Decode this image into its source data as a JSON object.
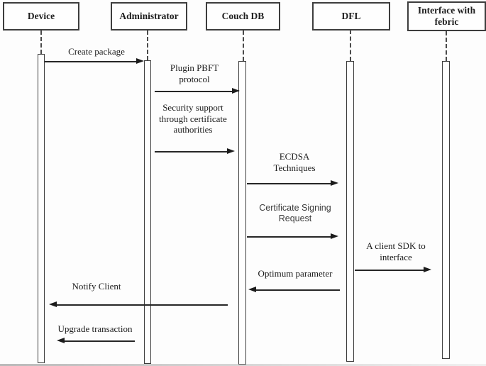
{
  "diagram": {
    "kind": "uml-sequence-diagram",
    "actors": [
      {
        "id": "device",
        "label": "Device"
      },
      {
        "id": "administrator",
        "label": "Administrator"
      },
      {
        "id": "couch-db",
        "label": "Couch DB"
      },
      {
        "id": "dfl",
        "label": "DFL"
      },
      {
        "id": "interface-with-febric",
        "label": "Interface with febric"
      }
    ],
    "messages": [
      {
        "label": "Create package",
        "from": "Device",
        "to": "Administrator",
        "direction": "right"
      },
      {
        "label": "Plugin PBFT protocol",
        "from": "Administrator",
        "to": "Couch DB",
        "direction": "right"
      },
      {
        "label": "Security support through certificate authorities",
        "from": "Administrator",
        "to": "Couch DB",
        "direction": "right"
      },
      {
        "label": "ECDSA Techniques",
        "from": "Couch DB",
        "to": "DFL",
        "direction": "right"
      },
      {
        "label": "Certificate Signing Request",
        "from": "Couch DB",
        "to": "DFL",
        "direction": "right"
      },
      {
        "label": "A client SDK to interface",
        "from": "DFL",
        "to": "Interface with febric",
        "direction": "right"
      },
      {
        "label": "Optimum parameter",
        "from": "DFL",
        "to": "Couch DB",
        "direction": "left"
      },
      {
        "label": "Notify Client",
        "from": "Couch DB",
        "to": "Device",
        "direction": "left"
      },
      {
        "label": "Upgrade transaction",
        "from": "Administrator",
        "to": "Device",
        "direction": "left"
      }
    ],
    "colors": {
      "background": "#fdfdfd",
      "line": "#262626",
      "box_border": "#3d3d3d",
      "text": "#1b1b1b"
    }
  }
}
